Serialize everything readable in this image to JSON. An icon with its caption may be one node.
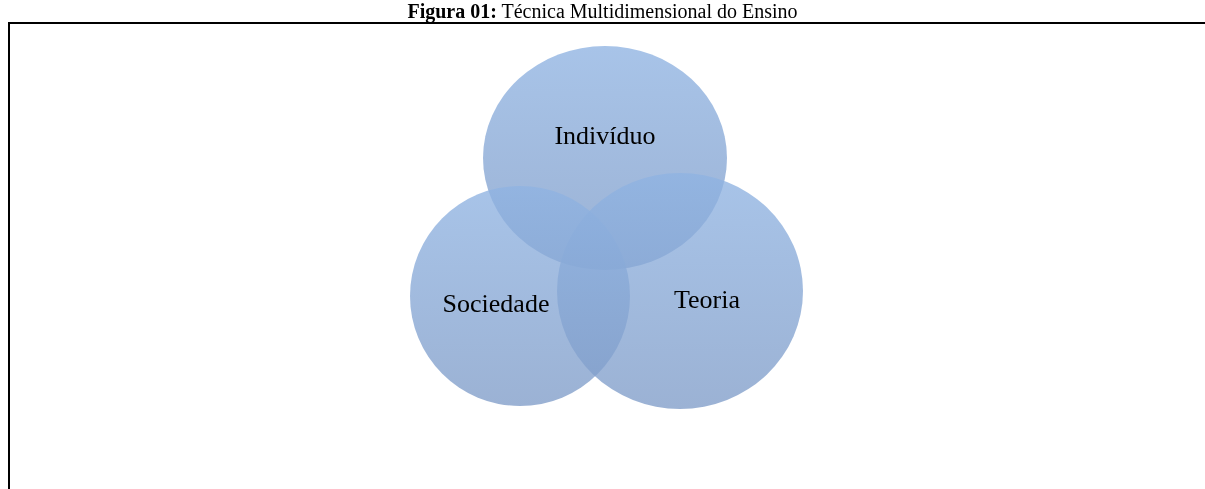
{
  "diagram": {
    "title": "**Figura 01:** Técnica Multidimensional do Ensino",
    "nodes": [
      {
        "text": [
          "Indivíduo"
        ]
      },
      {
        "text": [
          "Sociedade"
        ]
      },
      {
        "text": [
          "Teoria"
        ]
      }
    ]
  }
}
